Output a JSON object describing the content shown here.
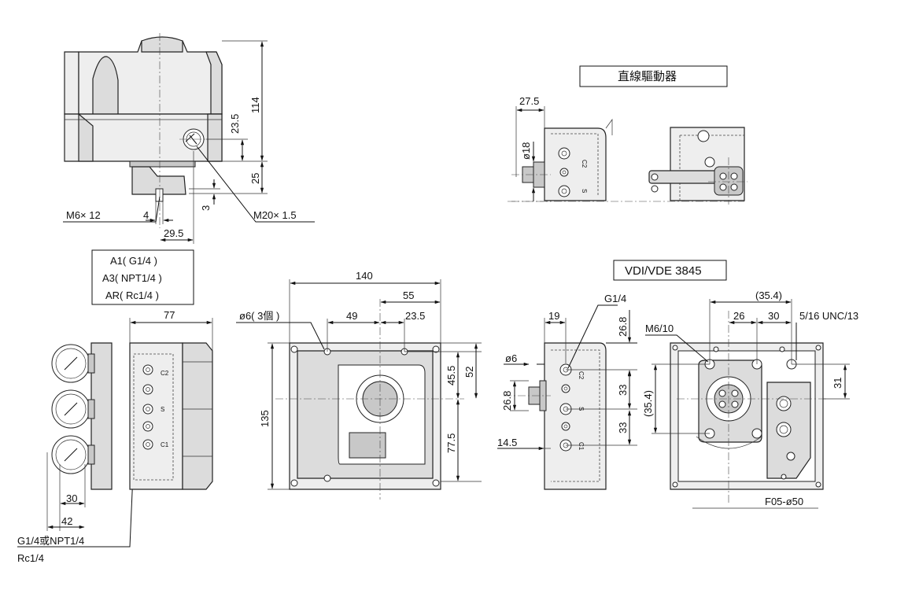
{
  "labels": {
    "linear_actuator": "直線驅動器",
    "vdi_vde": "VDI/VDE 3845",
    "port_a1": "A1( G1/4 )",
    "port_a3": "A3( NPT1/4 )",
    "port_ar": "AR( Rc1/4 )",
    "g14_or_npt": "G1/4或NPT1/4",
    "rc14": "Rc1/4",
    "m6x12": "M6× 12",
    "m20x15": "M20× 1.5",
    "phi6_3": "ø6( 3個 )",
    "g14": "G1/4",
    "phi6": "ø6",
    "m6_10": "M6/10",
    "unc": "5/16 UNC/13",
    "f05": "F05-ø50",
    "phi18": "ø18",
    "port_c2": "C2",
    "port_s": "S",
    "port_c1": "C1"
  },
  "dimensions": {
    "d114": "114",
    "d23_5": "23.5",
    "d25": "25",
    "d4": "4",
    "d3": "3",
    "d29_5": "29.5",
    "d27_5": "27.5",
    "d77": "77",
    "d30": "30",
    "d42": "42",
    "d140": "140",
    "d55": "55",
    "d49": "49",
    "d23_5b": "23.5",
    "d135": "135",
    "d45_5": "45.5",
    "d52": "52",
    "d77_5": "77.5",
    "d19": "19",
    "d26_8": "26.8",
    "d26_8b": "26.8",
    "d14_5": "14.5",
    "d33a": "33",
    "d33b": "33",
    "d35_4a": "(35.4)",
    "d35_4b": "(35.4)",
    "d26": "26",
    "d30b": "30",
    "d31": "31"
  }
}
